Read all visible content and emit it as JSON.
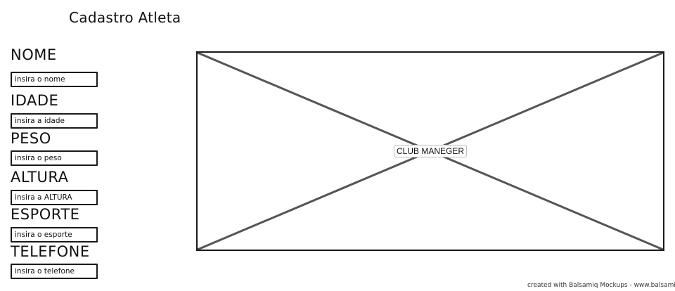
{
  "page": {
    "title": "Cadastro Atleta"
  },
  "form": {
    "fields": [
      {
        "label": "NOME",
        "placeholder": "insira o nome"
      },
      {
        "label": "IDADE",
        "placeholder": "insira a idade"
      },
      {
        "label": "PESO",
        "placeholder": "insira o peso"
      },
      {
        "label": "ALTURA",
        "placeholder": "insira a ALTURA"
      },
      {
        "label": "ESPORTE",
        "placeholder": "insira o esporte"
      },
      {
        "label": "TELEFONE",
        "placeholder": "insira o telefone"
      }
    ]
  },
  "image_placeholder": {
    "caption": "CLUB MANEGER"
  },
  "footer": {
    "text": "created with Balsamiq Mockups - www.balsamiq.com"
  }
}
